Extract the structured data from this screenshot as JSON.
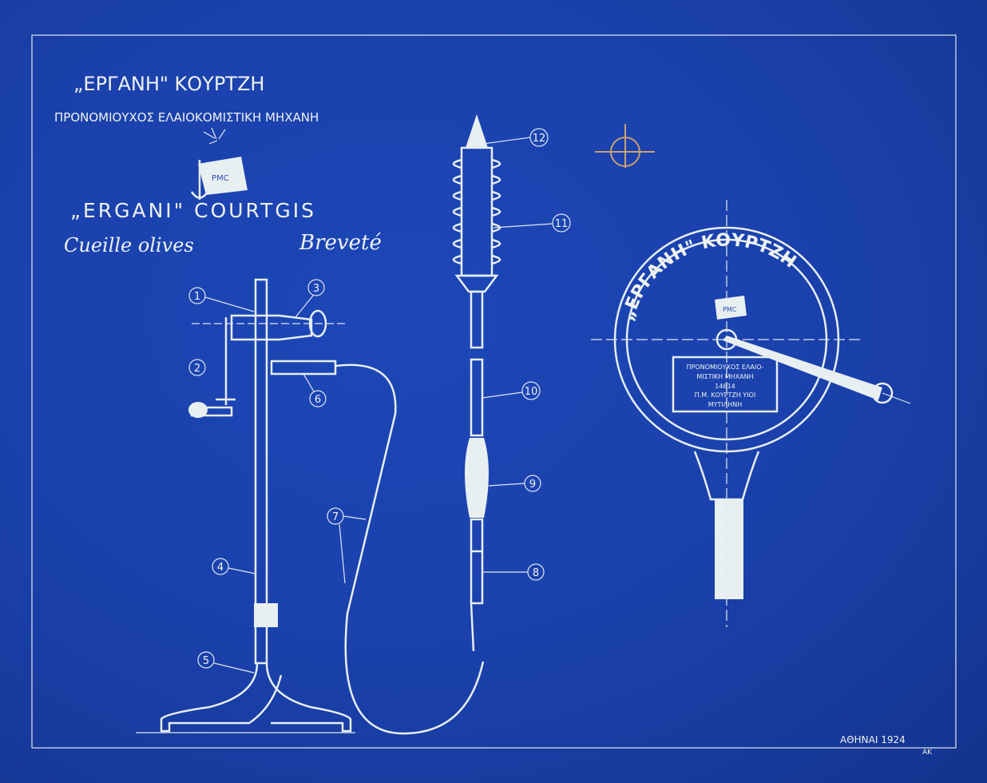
{
  "header": {
    "title_greek": "„ΕΡΓΑΝΗ\" ΚΟΥΡΤΖΗ",
    "subtitle_greek": "ΠΡΟΝΟΜΙΟΥΧΟΣ ΕΛΑΙΟΚΟΜΙΣΤΙΚΗ ΜΗΧΑΝΗ",
    "logo_text": "PMC",
    "title_latin": "„ERGANI\" COURTGIS",
    "subtitle_latin_1": "Cueille olives",
    "subtitle_latin_2": "Breveté"
  },
  "callouts": [
    "1",
    "2",
    "3",
    "4",
    "5",
    "6",
    "7",
    "8",
    "9",
    "10",
    "11",
    "12"
  ],
  "dial": {
    "ring_text": "„ΕΡΓΑΝΗ\" ΚΟΥΡΤΖΗ",
    "logo_text": "PMC",
    "plate_lines": [
      "ΠΡΟΝΟΜΙΟΥΧΟΣ ΕΛΑΙΟ-",
      "ΜΙΣΤΙΚΗ ΜΗΧΑΝΗ",
      "14614",
      "Π.Μ. ΚΟΥΡΤΖΗ ΥΙΟΙ",
      "ΜΥΤΙΛΗΝΗ"
    ]
  },
  "footer": {
    "place_date": "ΑΘΗΝΑΙ 1924",
    "monogram": "ΑΚ"
  }
}
